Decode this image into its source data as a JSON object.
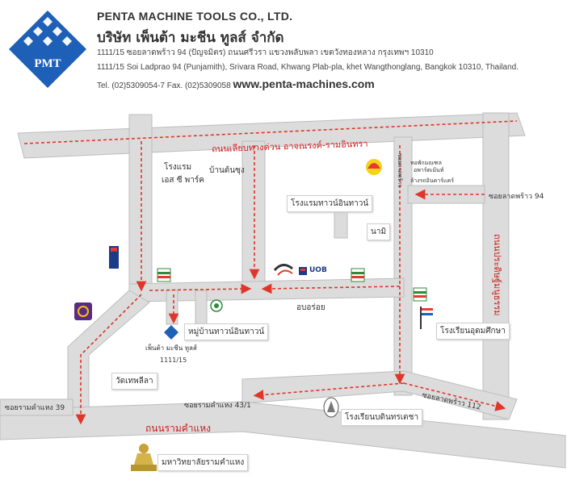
{
  "header": {
    "logo_text": "PMT",
    "company_en": "PENTA MACHINE TOOLS CO., LTD.",
    "company_th": "บริษัท เพ็นต้า มะชีน ทูลส์ จำกัด",
    "address_th": "1111/15 ซอยลาดพร้าว 94 (ปัญจมิตร) ถนนศรีวรา แขวงพลับพลา เขตวังทองหลาง กรุงเทพฯ 10310",
    "address_en": "1111/15 Soi Ladprao 94 (Punjamith), Srivara Road, Khwang Plab-pla, khet Wangthonglang, Bangkok 10310, Thailand.",
    "contact": "Tel. (02)5309054-7 Fax. (02)5309058",
    "website": "www.penta-machines.com"
  },
  "map": {
    "roads": {
      "expressway": "ถนนเลียบทางด่วน อาจณรงค์-รามอินทรา",
      "ramkhamhaeng": "ถนนรามคำแหง",
      "pradit_manutham": "ถนนประดิษฐ์มนูธรรม",
      "soi_ladprao_94": "ซอยลาดพร้าว 94",
      "soi_ladprao_112": "ซอยลาดพร้าว 112",
      "soi_ram_39": "ซอยรามคำแหง 39",
      "soi_ram_43_1": "ซอยรามคำแหง 43/1",
      "soi_small_vertical": "ซอยลาดพร้าว"
    },
    "places": {
      "hotel_es_park_1": "โรงแรม",
      "hotel_es_park_2": "เอส ซี พาร์ค",
      "ban_ton_son": "บ้านต้นซุง",
      "hotel_town_in_town": "โรงแรมทาวน์อินทาวน์",
      "nami": "นามิ",
      "ob_aroi": "อบอร่อย",
      "village_town_in_town": "หมู่บ้านทาวน์อินทาวน์",
      "penta_label": "เพ็นต้า มะชีน ทูลส์",
      "penta_number": "1111/15",
      "wat_thep_lila": "วัดเทพลีลา",
      "school_udom_suksa": "โรงเรียนอุดมศึกษา",
      "school_bodindecha": "โรงเรียนบดินทรเดชา",
      "ramkhamhaeng_university": "มหาวิทยาลัยรามคำแหง",
      "condo_1": "หอพักมณฑล",
      "condo_2": "อพาร์ตเม้นท์",
      "car_wash": "ล้างรถอินคาร์แคร์"
    },
    "brands": {
      "uob_1": "UOB",
      "uob_2": "UOB",
      "seven_eleven": "7"
    },
    "colors": {
      "road": "#dcdcdc",
      "road_text": "#d81f1f",
      "route": "#e0362a",
      "logo_blue": "#1e5fb8"
    }
  }
}
